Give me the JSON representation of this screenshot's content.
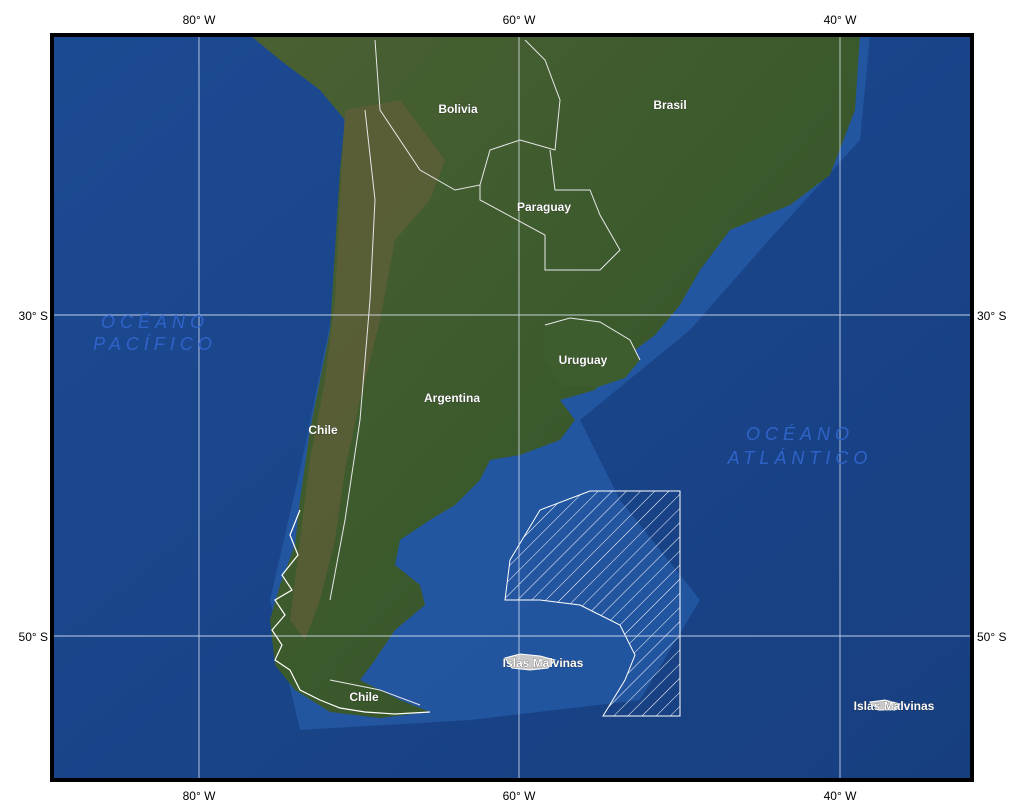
{
  "map": {
    "axis_labels": {
      "top": [
        "80° W",
        "60° W",
        "40° W"
      ],
      "bottom": [
        "80° W",
        "60° W",
        "40° W"
      ],
      "left": [
        "30° S",
        "50° S"
      ],
      "right": [
        "30° S",
        "50° S"
      ]
    },
    "countries": [
      "Bolivia",
      "Brasil",
      "Paraguay",
      "Uruguay",
      "Argentina",
      "Chile",
      "Islas Malvinas",
      "Chile",
      "Islas Malvinas"
    ],
    "oceans": {
      "pacific": [
        "OCÉANO",
        "PACÍFICO"
      ],
      "atlantic": [
        "OCÉANO",
        "ATLÁNTICO"
      ]
    },
    "colors": {
      "ocean": "#1f4f96",
      "deep_ocean": "#173d78",
      "land": "#3a5a2a",
      "mountains": "#6b5f3c",
      "frame": "#000000",
      "graticule": "#dfe7f5",
      "borders": "#e8e8e8"
    }
  }
}
